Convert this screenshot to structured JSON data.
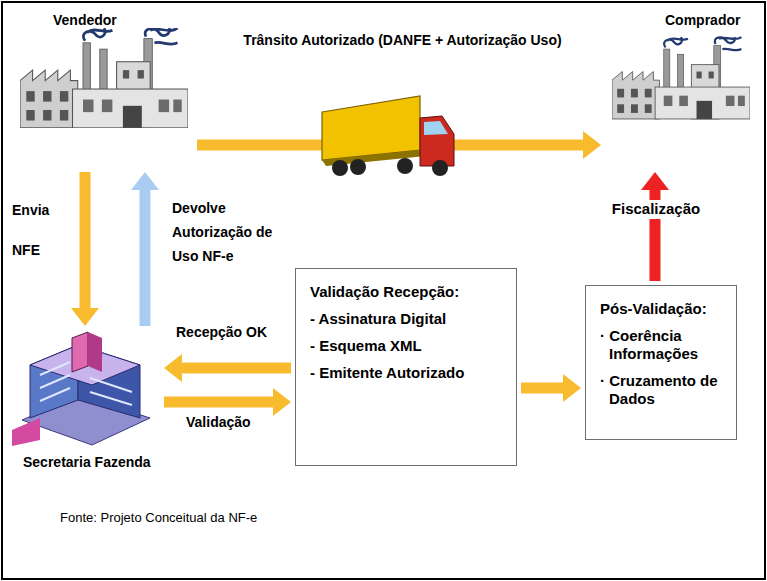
{
  "diagram": {
    "caption": "Fonte: Projeto Conceitual da NF-e",
    "nodes": [
      {
        "text": [
          "Vendedor"
        ]
      },
      {
        "text": [
          "Comprador"
        ]
      },
      {
        "text": [
          "Secretaria Fazenda"
        ]
      },
      {
        "text": [
          "Validação Recepção:",
          "- Assinatura Digital",
          "- Esquema XML",
          "- Emitente Autorizado"
        ]
      },
      {
        "text": [
          "Pós-Validação:",
          "· Coerência Informações",
          "· Cruzamento de Dados"
        ]
      }
    ],
    "edges": [
      {
        "from": 0,
        "to": 1,
        "arrow": "to",
        "label": "Trânsito Autorizado (DANFE + Autorização Uso)"
      },
      {
        "from": 0,
        "to": 2,
        "arrow": "to",
        "label": "Envia NFE"
      },
      {
        "from": 2,
        "to": 0,
        "arrow": "to",
        "label": "Devolve Autorização de Uso NF-e"
      },
      {
        "from": 3,
        "to": 2,
        "arrow": "to",
        "label": "Recepção OK"
      },
      {
        "from": 2,
        "to": 3,
        "arrow": "to",
        "label": "Validação"
      },
      {
        "from": 3,
        "to": 4,
        "arrow": "to"
      },
      {
        "from": 4,
        "to": 1,
        "arrow": "to",
        "label": "Fiscalização"
      }
    ]
  }
}
